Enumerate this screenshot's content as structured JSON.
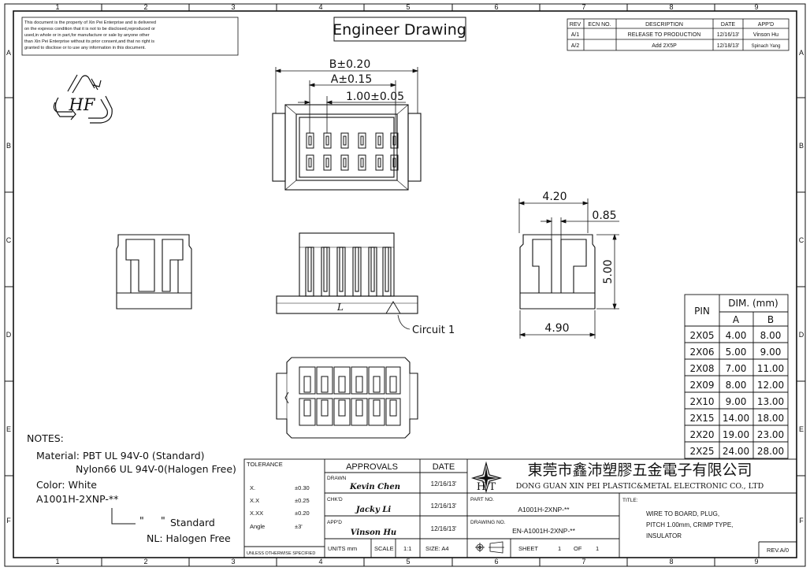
{
  "frame": {
    "col_labels": [
      "1",
      "2",
      "3",
      "4",
      "5",
      "6",
      "7",
      "8",
      "9"
    ],
    "row_labels": [
      "A",
      "B",
      "C",
      "D",
      "E",
      "F"
    ]
  },
  "disclaimer": [
    "This document is the property of Xin Pei Enterprise and is delivered",
    "on the express condition that it is not to be disclosed,reproduced or",
    "used,in whole or in part,for manufacture or sale by anyone other",
    "than Xin Pei Enterprise without its prior consent,and that no right is",
    "granted to disclose or to use any information in this document."
  ],
  "title_box": "Engineer Drawing",
  "logo_text": "HF",
  "revisions": {
    "headers": [
      "REV",
      "ECN NO.",
      "DESCRIPTION",
      "DATE",
      "APP'D"
    ],
    "rows": [
      [
        "A/1",
        "",
        "RELEASE TO PRODUCTION",
        "12/16/13'",
        "Vinson Hu"
      ],
      [
        "A/2",
        "",
        "Add 2X5P",
        "12/18/13'",
        "Spinach Yang"
      ]
    ]
  },
  "dimensions": {
    "b": "B±0.20",
    "a": "A±0.15",
    "pitch": "1.00±0.05",
    "d420": "4.20",
    "d085": "0.85",
    "d500": "5.00",
    "d490": "4.90",
    "circuit": "Circuit 1",
    "mark_l": "L"
  },
  "dim_table": {
    "pin_header": "PIN",
    "dim_header": "DIM. (mm)",
    "a_header": "A",
    "b_header": "B",
    "rows": [
      [
        "2X05",
        "4.00",
        "8.00"
      ],
      [
        "2X06",
        "5.00",
        "9.00"
      ],
      [
        "2X08",
        "7.00",
        "11.00"
      ],
      [
        "2X09",
        "8.00",
        "12.00"
      ],
      [
        "2X10",
        "9.00",
        "13.00"
      ],
      [
        "2X15",
        "14.00",
        "18.00"
      ],
      [
        "2X20",
        "19.00",
        "23.00"
      ],
      [
        "2X25",
        "24.00",
        "28.00"
      ]
    ]
  },
  "notes": {
    "heading": "NOTES:",
    "material_1": "Material: PBT UL 94V-0 (Standard)",
    "material_2": "Nylon66 UL 94V-0(Halogen Free)",
    "color": "Color: White",
    "part_code": "A1001H-2XNP-**",
    "quote_open": "\"",
    "quote_close": "\"",
    "standard": "Standard",
    "halogen": "NL: Halogen Free"
  },
  "tolerance": {
    "header": "TOLERANCE",
    "rows": [
      [
        "X.",
        "±0.30"
      ],
      [
        "X.X",
        "±0.25"
      ],
      [
        "X.XX",
        "±0.20"
      ],
      [
        "Angle",
        "±3'"
      ]
    ],
    "footer": "UNLESS OTHERWISE SPECIFIED"
  },
  "approvals": {
    "header": "APPROVALS",
    "date_header": "DATE",
    "rows": [
      {
        "role": "DRAWN",
        "name": "Kevin Chen",
        "date": "12/16/13'"
      },
      {
        "role": "CHK'D",
        "name": "Jacky Li",
        "date": "12/16/13'"
      },
      {
        "role": "APP'D",
        "name": "Vinson Hu",
        "date": "12/16/13'"
      }
    ],
    "units": "UNITS mm",
    "scale_label": "SCALE",
    "scale_value": "1:1"
  },
  "company": {
    "name_cn": "東莞市鑫沛塑膠五金電子有限公司",
    "name_en": "DONG GUAN XIN PEI PLASTIC&METAL ELECTRONIC CO., LTD",
    "logo_letters": "H T"
  },
  "part": {
    "label": "PART NO.",
    "value": "A1001H-2XNP-**",
    "drawing_label": "DRAWING NO.",
    "drawing_value": "EN-A1001H-2XNP-**",
    "size": "SIZE: A4",
    "sheet_label": "SHEET",
    "sheet_no": "1",
    "of_label": "OF",
    "sheet_total": "1"
  },
  "title_block": {
    "label": "TITLE:",
    "line1": "WIRE TO BOARD, PLUG,",
    "line2": "PITCH 1.00mm, CRIMP TYPE,",
    "line3": "INSULATOR",
    "rev": "REV.A/0"
  }
}
